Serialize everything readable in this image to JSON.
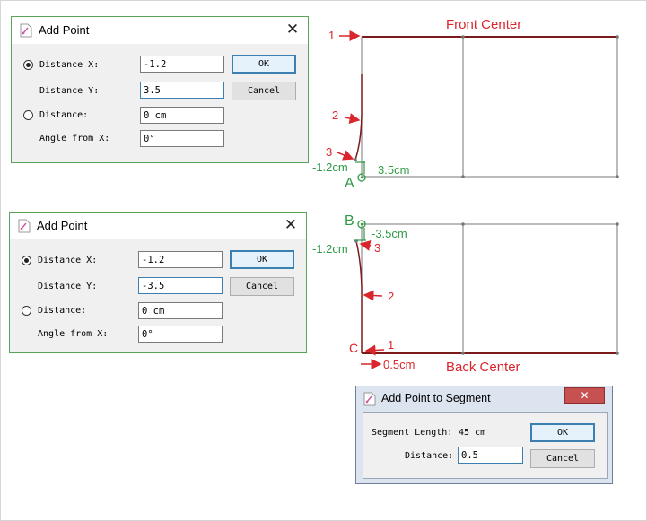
{
  "dialog1": {
    "title": "Add Point",
    "close": "✕",
    "distance_x_label": "Distance X:",
    "distance_x_value": "-1.2",
    "distance_y_label": "Distance Y:",
    "distance_y_value": "3.5",
    "distance_label": "Distance:",
    "distance_value": "0 cm",
    "angle_label": "Angle from X:",
    "angle_value": "0°",
    "ok_label": "OK",
    "cancel_label": "Cancel"
  },
  "dialog2": {
    "title": "Add Point",
    "close": "✕",
    "distance_x_label": "Distance X:",
    "distance_x_value": "-1.2",
    "distance_y_label": "Distance Y:",
    "distance_y_value": "-3.5",
    "distance_label": "Distance:",
    "distance_value": "0 cm",
    "angle_label": "Angle from X:",
    "angle_value": "0°",
    "ok_label": "OK",
    "cancel_label": "Cancel"
  },
  "dialog3": {
    "title": "Add Point to Segment",
    "close": "✕",
    "segment_length_label": "Segment Length:",
    "segment_length_value": "45 cm",
    "distance_label": "Distance:",
    "distance_value": "0.5",
    "ok_label": "OK",
    "cancel_label": "Cancel"
  },
  "diagram": {
    "front_title": "Front Center",
    "back_title": "Back Center",
    "front": {
      "label_1": "1",
      "label_2": "2",
      "label_3": "3",
      "offset_x": "-1.2cm",
      "offset_y": "3.5cm",
      "point": "A"
    },
    "back": {
      "label_1": "1",
      "label_2": "2",
      "label_3": "3",
      "offset_x": "-1.2cm",
      "offset_y": "-3.5cm",
      "point": "B",
      "corner": "C",
      "segment_offset": "0.5cm"
    },
    "colors": {
      "red": "#d9262d",
      "green": "#2f9a46",
      "pattern_line": "#555555",
      "dark_red_line": "#7a1a1a"
    }
  }
}
